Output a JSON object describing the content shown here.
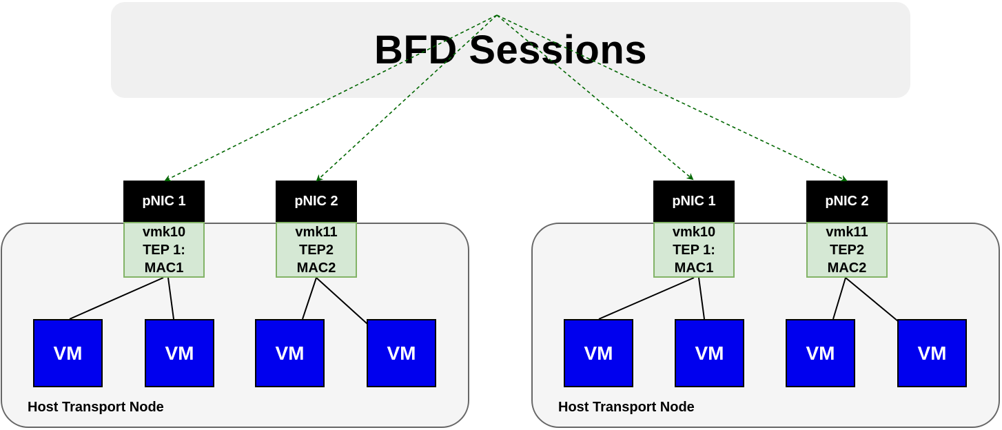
{
  "banner": {
    "title": "BFD Sessions"
  },
  "hosts": [
    {
      "label": "Host Transport Node",
      "pnics": [
        {
          "label": "pNIC 1",
          "vmk": "vmk10",
          "tep": "TEP 1:",
          "mac": "MAC1"
        },
        {
          "label": "pNIC 2",
          "vmk": "vmk11",
          "tep": "TEP2",
          "mac": "MAC2"
        }
      ],
      "vms": [
        "VM",
        "VM",
        "VM",
        "VM"
      ]
    },
    {
      "label": "Host Transport Node",
      "pnics": [
        {
          "label": "pNIC 1",
          "vmk": "vmk10",
          "tep": "TEP 1:",
          "mac": "MAC1"
        },
        {
          "label": "pNIC 2",
          "vmk": "vmk11",
          "tep": "TEP2",
          "mac": "MAC2"
        }
      ],
      "vms": [
        "VM",
        "VM",
        "VM",
        "VM"
      ]
    }
  ],
  "colors": {
    "banner": "#f0f0f0",
    "host_fill": "#f5f5f5",
    "host_border": "#666666",
    "pnic_fill": "#000000",
    "tep_fill": "#d5e8d4",
    "tep_border": "#82b366",
    "vm_fill": "#0000ee",
    "bfd_arrow": "#006600"
  }
}
